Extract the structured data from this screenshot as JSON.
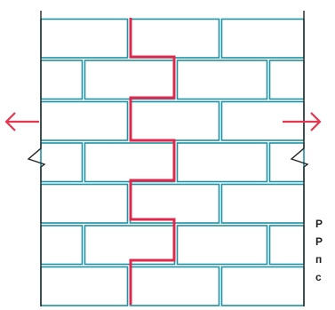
{
  "diagram": {
    "colors": {
      "brick_fill": "#ffffff",
      "brick_outline": "#1d93a3",
      "wall_edge": "#222222",
      "crack": "#e0284c",
      "arrow": "#e63650"
    },
    "icons": {
      "left_arrow": "arrow-left-icon",
      "right_arrow": "arrow-right-icon",
      "left_break": "break-zigzag-icon",
      "right_break": "break-zigzag-icon"
    }
  },
  "caption": {
    "lines": [
      "Р",
      "Р",
      "п",
      "с"
    ]
  }
}
